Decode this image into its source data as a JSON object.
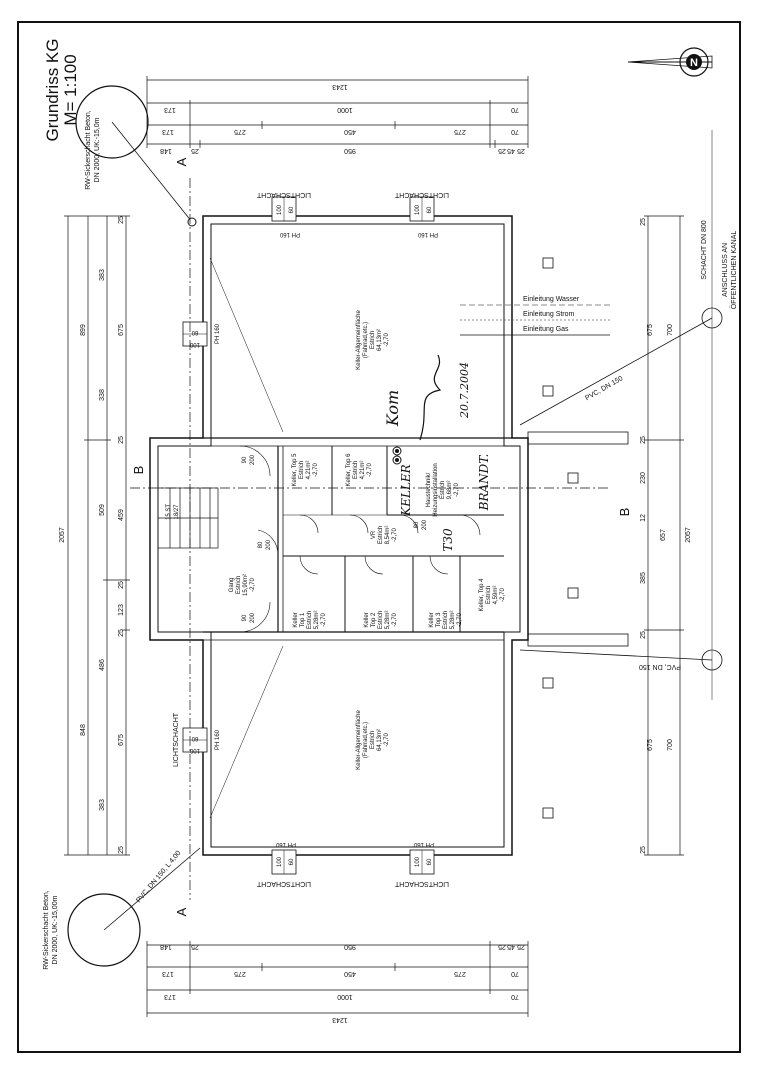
{
  "title": {
    "line1": "Grundriss KG",
    "line2": "M= 1:100"
  },
  "north_label": "N",
  "sickerschacht": {
    "top": {
      "line1": "RW-Sickerschacht Beton,",
      "line2": "DN 2000, UK:-15,0m"
    },
    "bottom": {
      "line1": "RW-Sickerschacht Beton,",
      "line2": "DN 2000, UK:-15,00m"
    }
  },
  "section_marks": {
    "a": "A",
    "b": "B"
  },
  "lichtschacht": "LICHTSCHACHT",
  "lichtschacht_dims": {
    "a": "100",
    "b": "60"
  },
  "ph": "PH 160",
  "dims_top": {
    "total": "1243",
    "inner": "1000",
    "p70": "70",
    "p173": "173",
    "p275": "275",
    "p450": "450",
    "p275b": "275",
    "p70b": "70",
    "p148": "148",
    "p25": "25",
    "p950": "950",
    "p25b": "25",
    "p45": "45",
    "p25c": "25"
  },
  "dims_left": {
    "total": "2057",
    "d848": "848",
    "d899": "899",
    "d509": "509",
    "d486": "486",
    "d383": "383",
    "d675": "675",
    "d338": "338",
    "d459": "459",
    "d123": "123",
    "d25": "25"
  },
  "dims_right": {
    "total": "2057",
    "d700": "700",
    "d675": "675",
    "d230": "230",
    "d12": "12",
    "d385": "385",
    "d657": "657",
    "d25": "25"
  },
  "utilities": {
    "wasser": "Einleitung Wasser",
    "strom": "Einleitung Strom",
    "gas": "Einleitung Gas"
  },
  "pipes": {
    "pvc_top": "PVC, DN 150",
    "pvc_mid": "PVC, DN 150",
    "pvc_bottom": "PVC, DN 150, L 4,00"
  },
  "schacht": {
    "label": "SCHACHT DN 800",
    "line1": "ANSCHLUSS AN",
    "line2": "ÖFFENTLICHEN KANAL"
  },
  "rooms": {
    "allg_top": {
      "name": "Keller-Allgemeinfläche",
      "sub": "(Fahrrad,etc.)",
      "floor": "Estrich",
      "area": "64,13m²",
      "level": "-2,70"
    },
    "allg_bottom": {
      "name": "Keller-Allgemeinfläche",
      "sub": "(Fahrrad,etc.)",
      "floor": "Estrich",
      "area": "64,13m²",
      "level": "-2,70"
    },
    "top5": {
      "name": "Keller, Top 5",
      "floor": "Estrich",
      "area": "4,21m²",
      "level": "-2,70"
    },
    "top6": {
      "name": "Keller, Top 6",
      "floor": "Estrich",
      "area": "4,21m²",
      "level": "-2,70"
    },
    "heiz": {
      "name": "Haustechnik/",
      "sub": "Heizungsinstallation",
      "floor": "Estrich",
      "area": "9,68m²",
      "level": "-2,70"
    },
    "vr": {
      "name": "VR",
      "floor": "Estrich",
      "area": "8,54m²",
      "level": "-2,70"
    },
    "gang": {
      "name": "Gang",
      "floor": "Estrich",
      "area": "15,90m²",
      "level": "-2,70"
    },
    "top1": {
      "name": "Keller",
      "sub": "Top 1",
      "floor": "Estrich",
      "area": "5,28m²",
      "level": "-2,70"
    },
    "top2": {
      "name": "Keller",
      "sub": "Top 2",
      "floor": "Estrich",
      "area": "5,28m²",
      "level": "-2,70"
    },
    "top3": {
      "name": "Keller",
      "sub": "Top 3",
      "floor": "Estrich",
      "area": "5,28m²",
      "level": "-2,70"
    },
    "top4": {
      "name": "Keller, Top 4",
      "floor": "Estrich",
      "area": "4,59m²",
      "level": "-2,70"
    }
  },
  "doors": {
    "d1": "90",
    "d1b": "200",
    "d2": "90",
    "d2b": "200",
    "d3": "80",
    "d3b": "200",
    "d4": "80",
    "d4b": "200"
  },
  "stair": {
    "line1": "15 ST",
    "line2": "18/27"
  },
  "handwriting": {
    "kom": "Kom",
    "sig": "20.7.2004",
    "keller": "KELLER",
    "brand": "BRANDT.",
    "t30": "T30"
  }
}
